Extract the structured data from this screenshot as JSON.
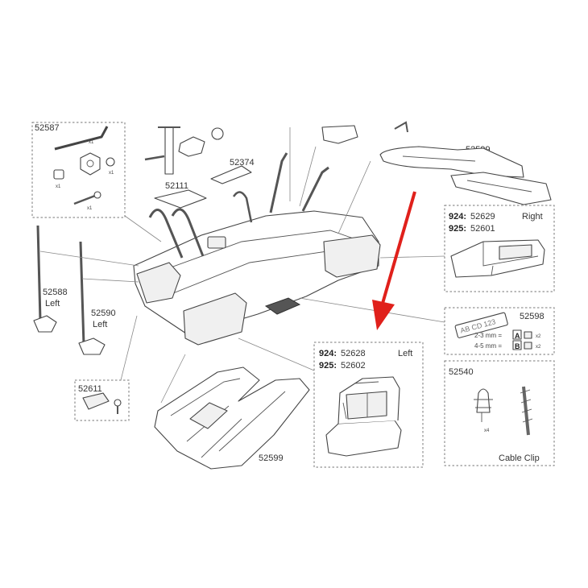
{
  "parts": {
    "p52587": "52587",
    "p52111": "52111",
    "p52374": "52374",
    "p52599_top": "52599",
    "p52599_bottom": "52599",
    "p52588": "52588",
    "p52588_side": "Left",
    "p52590": "52590",
    "p52590_side": "Left",
    "p52611": "52611",
    "p52598": "52598",
    "p52540": "52540",
    "cable_clip": "Cable Clip"
  },
  "right_box": {
    "model1": "924:",
    "part1": "52629",
    "model2": "925:",
    "part2": "52601",
    "side": "Right"
  },
  "left_box": {
    "model1": "924:",
    "part1": "52628",
    "model2": "925:",
    "part2": "52602",
    "side": "Left"
  },
  "plate": {
    "text": "AB CD 123",
    "row1": "2-3 mm =",
    "row1_letter": "A",
    "row1_qty": "x2",
    "row2": "4-5 mm =",
    "row2_letter": "B",
    "row2_qty": "x2"
  },
  "qty": {
    "x1": "x1",
    "x4": "x4"
  },
  "colors": {
    "arrow": "#e0201b",
    "line": "#444444"
  }
}
